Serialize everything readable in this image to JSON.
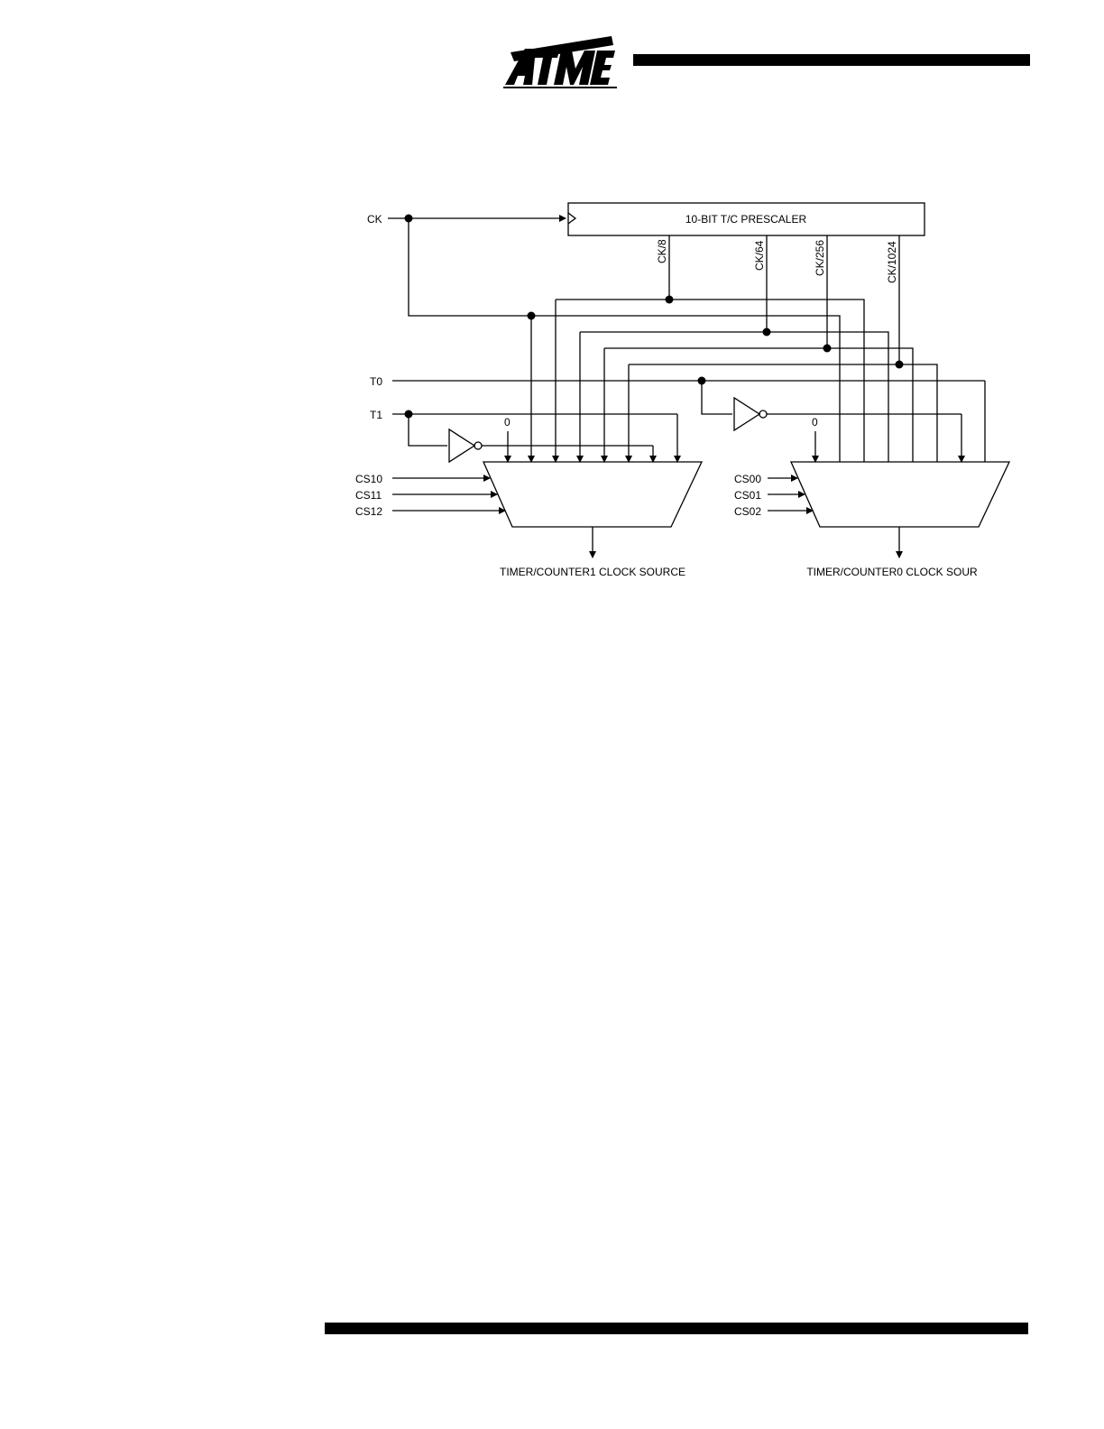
{
  "header": {
    "logo_text": "ATMEL"
  },
  "diagram": {
    "prescaler_label": "10-BIT T/C PRESCALER",
    "taps": [
      "CK/8",
      "CK/64",
      "CK/256",
      "CK/1024"
    ],
    "inputs": {
      "ck": "CK",
      "t0": "T0",
      "t1": "T1"
    },
    "zero_label": "0",
    "mux1": {
      "selects": [
        "CS10",
        "CS11",
        "CS12"
      ],
      "output_label": "TIMER/COUNTER1 CLOCK SOURCE"
    },
    "mux0": {
      "selects": [
        "CS00",
        "CS01",
        "CS02"
      ],
      "output_label": "TIMER/COUNTER0 CLOCK SOUR"
    }
  }
}
